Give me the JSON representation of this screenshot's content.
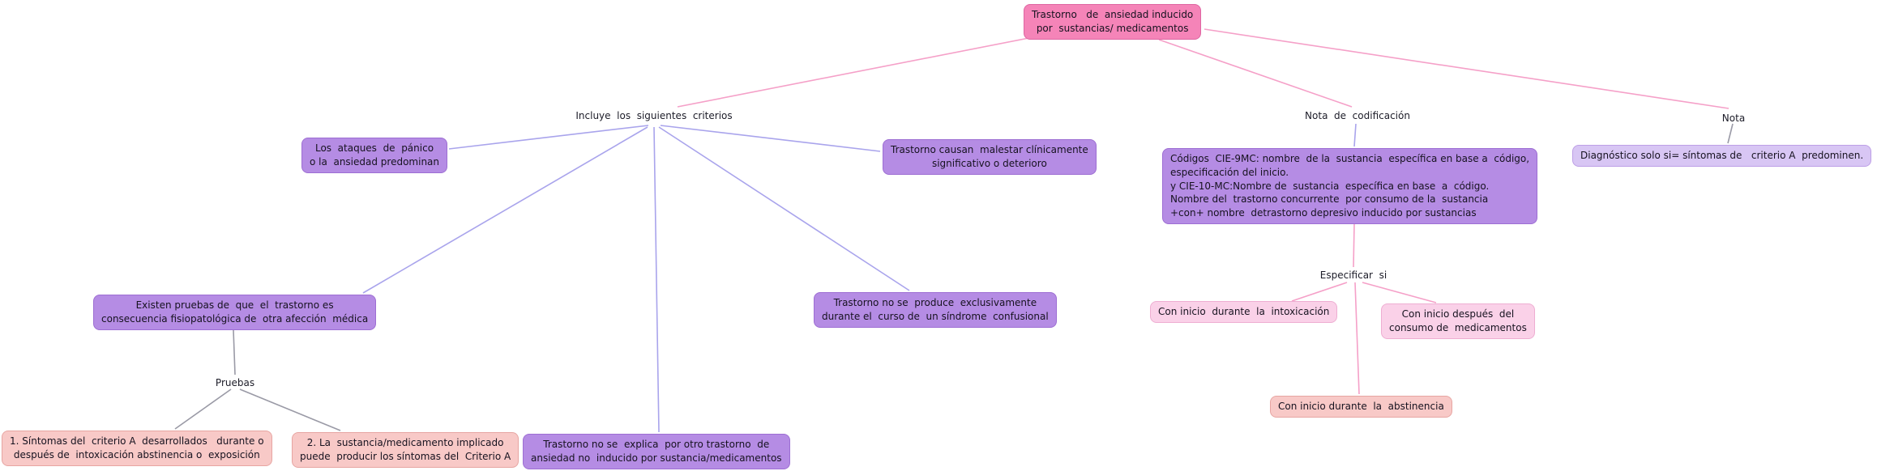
{
  "diagram": {
    "root": {
      "label": "Trastorno   de  ansiedad inducido\npor  sustancias/ medicamentos"
    },
    "labels": {
      "criterios": "Incluye  los  siguientes  criterios",
      "nota_codificacion": "Nota  de  codificación",
      "nota": "Nota",
      "pruebas": "Pruebas",
      "especificar": "Especificar  si"
    },
    "boxes": {
      "panico": "Los  ataques  de  pánico\no la  ansiedad predominan",
      "malestar": "Trastorno causan  malestar clínicamente\nsignificativo o deterioro",
      "existen": "Existen pruebas de  que  el  trastorno es\nconsecuencia fisiopatológica de  otra afección  médica",
      "confusional": "Trastorno no se  produce  exclusivamente\ndurante el  curso de  un síndrome  confusional",
      "explica": "Trastorno no se  explica  por otro trastorno  de\nansiedad no  inducido por sustancia/medicamentos",
      "criterio1": "1. Síntomas del  criterio A  desarrollados   durante o\ndespués de  intoxicación abstinencia o  exposición",
      "criterio2": "2. La  sustancia/medicamento implicado\npuede  producir los síntomas del  Criterio A",
      "codigos": "Códigos  CIE-9MC: nombre  de la  sustancia  específica en base a  código,\nespecificación del inicio.\ny CIE-10-MC:Nombre de  sustancia  específica en base  a  código.\nNombre del  trastorno concurrente  por consumo de la  sustancia\n+con+ nombre  detrastorno depresivo inducido por sustancias",
      "intoxicacion": "Con inicio  durante  la  intoxicación",
      "consumo": "Con inicio después  del\nconsumo de  medicamentos",
      "abstinencia": "Con inicio durante  la  abstinencia",
      "diagnostico": "Diagnóstico solo si= síntomas de   criterio A  predominen."
    },
    "colors": {
      "root_fill": "#f584b8",
      "purple_fill": "#b58ce4",
      "light_pink_fill": "#fad1e8",
      "salmon_fill": "#f8c9c7",
      "lavender_fill": "#d8c6f4",
      "pink_line": "#f5a0c8",
      "purple_line": "#a9a4ec",
      "gray_line": "#9a9aa6",
      "background": "#ffffff"
    }
  }
}
